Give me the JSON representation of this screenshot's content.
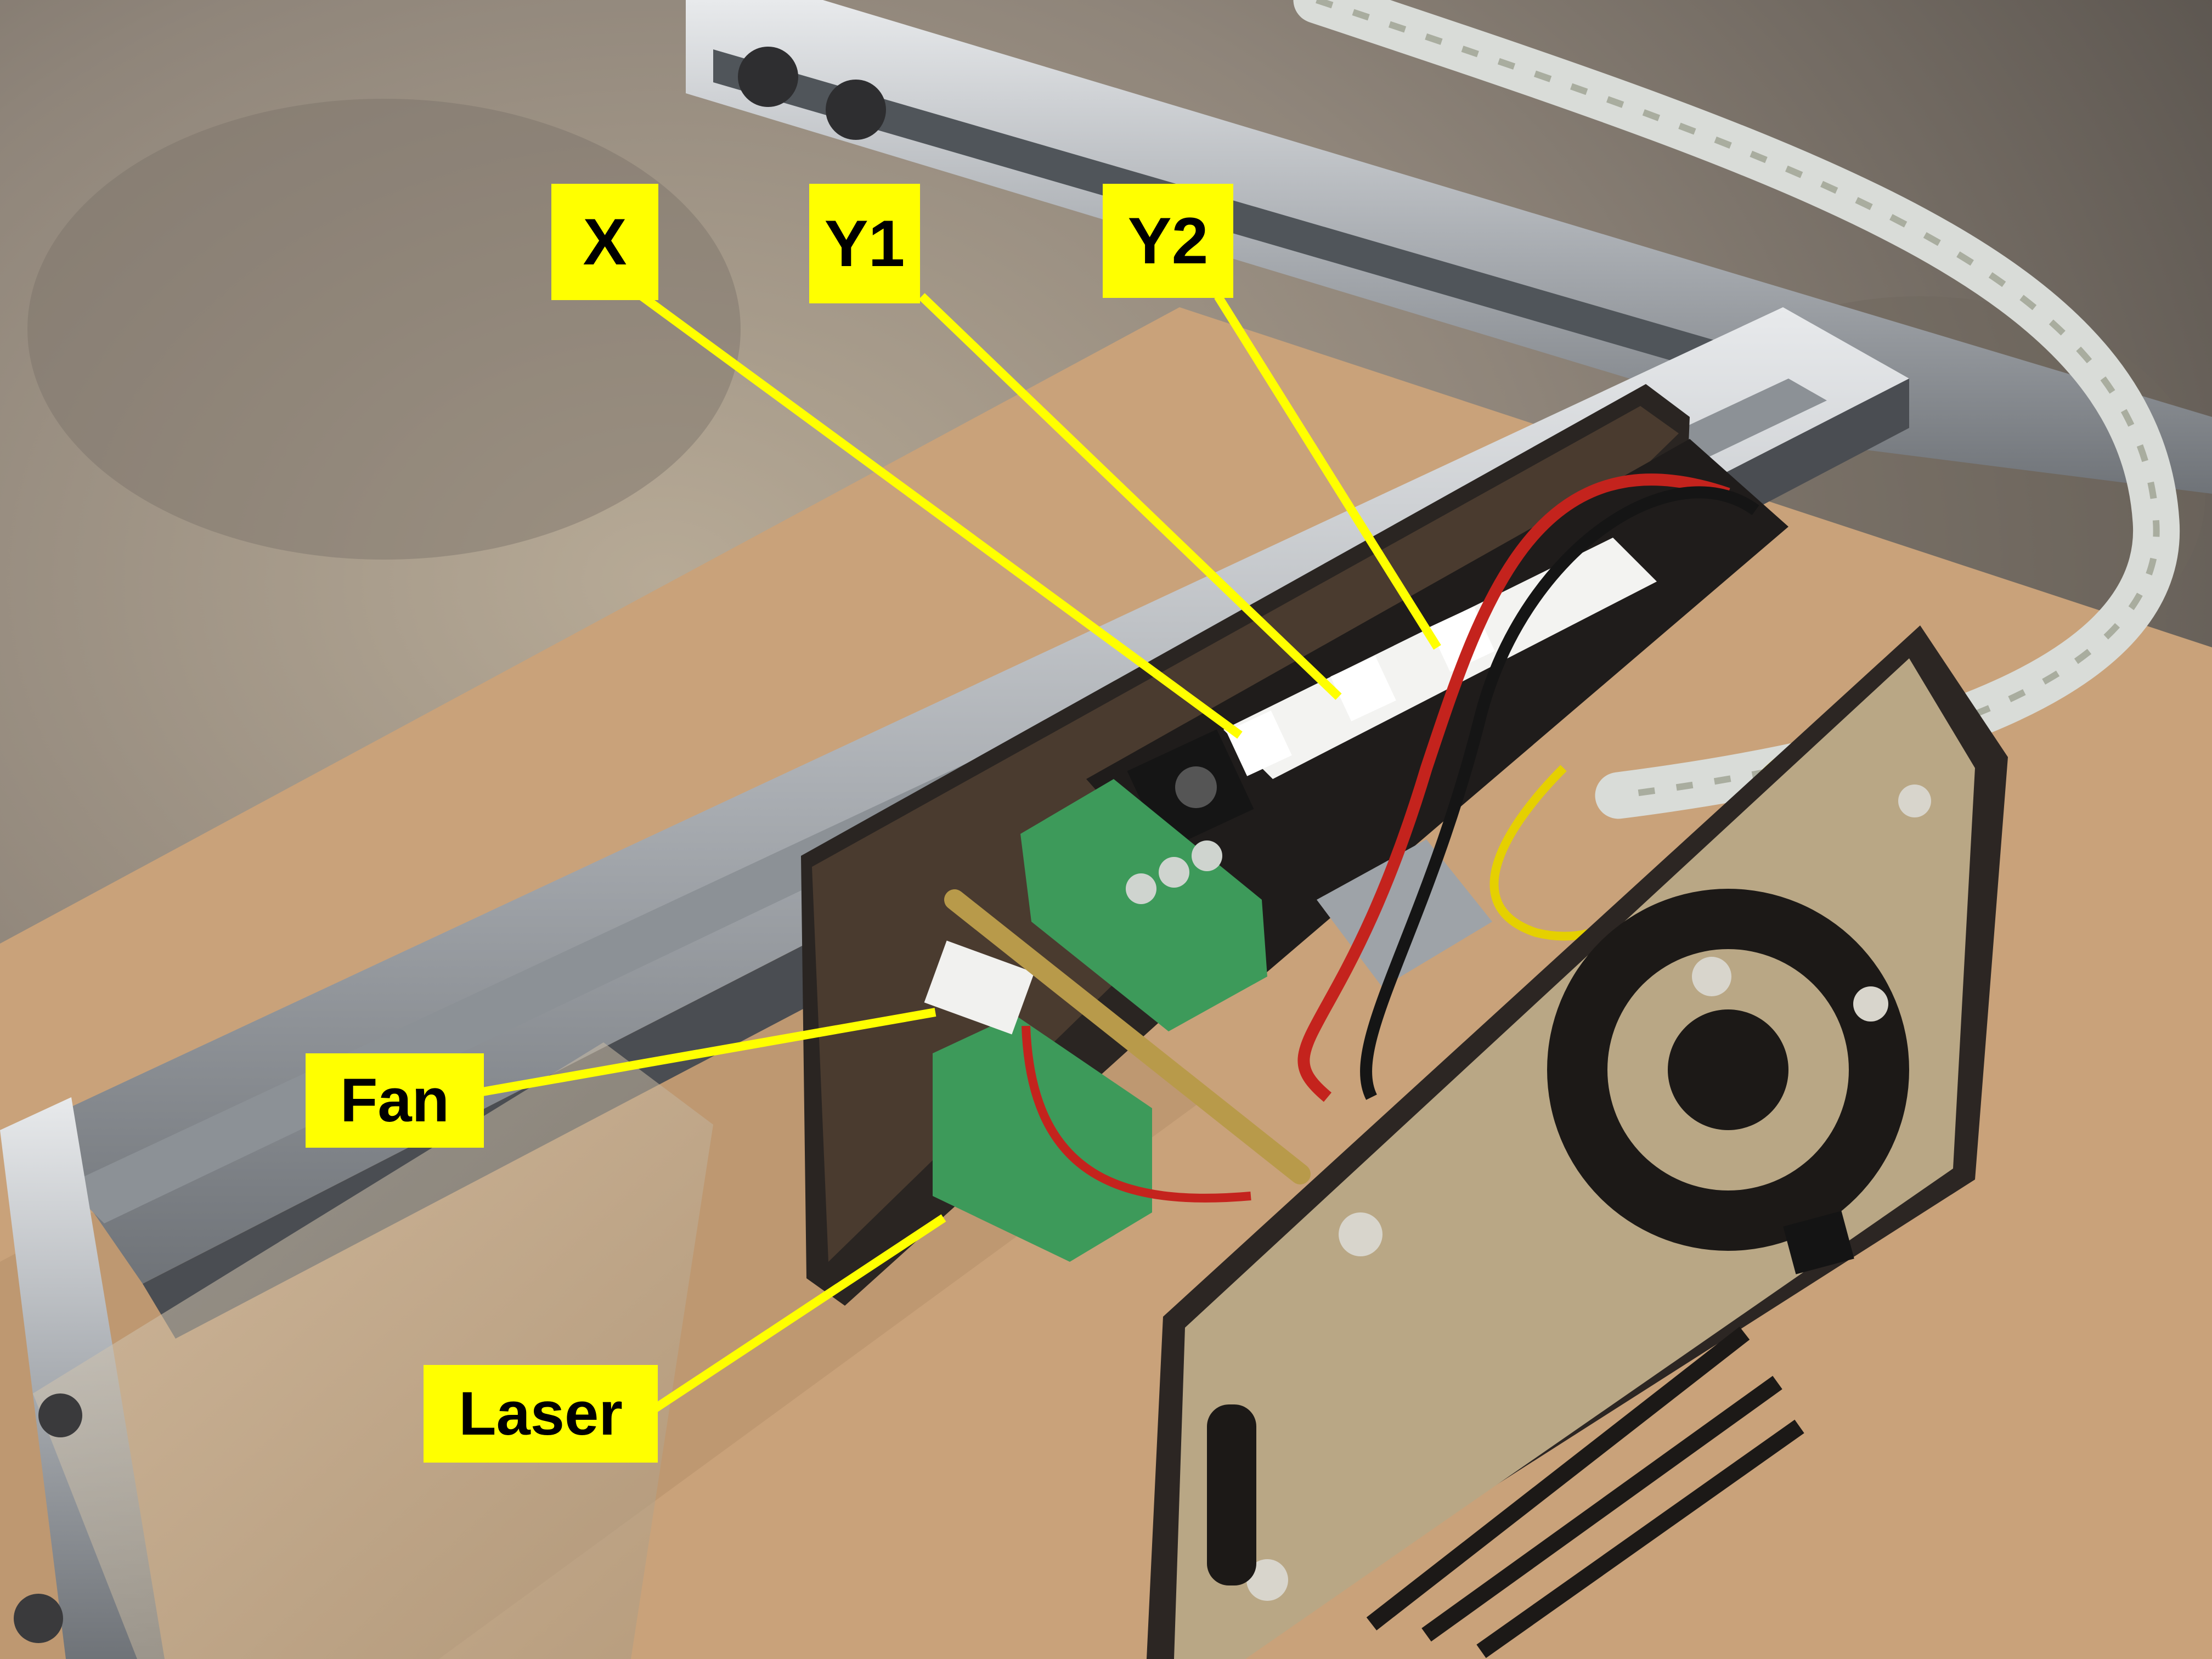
{
  "labels": {
    "x": "X",
    "y1": "Y1",
    "y2": "Y2",
    "fan": "Fan",
    "laser": "Laser"
  },
  "colors": {
    "callout_fill": "#ffff00",
    "callout_text": "#000000",
    "leader_line": "#ffff00"
  }
}
